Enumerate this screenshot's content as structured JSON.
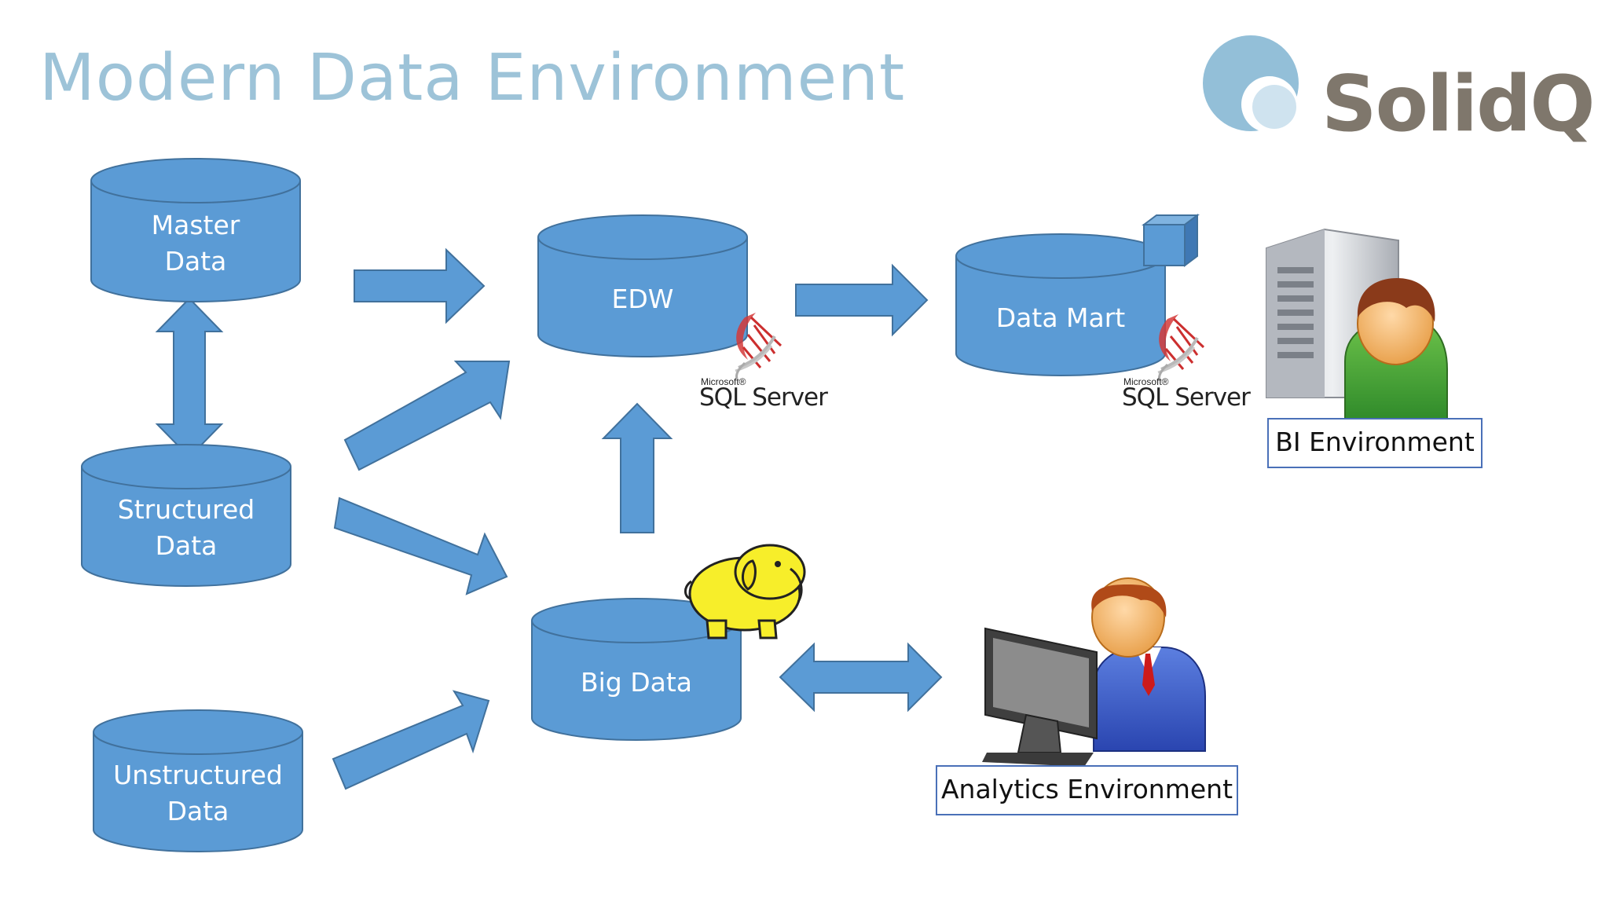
{
  "slide": {
    "title": "Modern Data Environment",
    "logo": {
      "name": "SolidQ",
      "mark_color_dark": "#93bfd8",
      "mark_color_light": "#cfe3ef",
      "text_color": "#7f776c"
    },
    "title_color": "#9dc3d8"
  },
  "colors": {
    "shape_fill": "#5b9bd5",
    "shape_stroke": "#41719c",
    "label_text": "#ffffff",
    "box_border": "#4a70b8"
  },
  "nodes": {
    "master_data": {
      "lines": [
        "Master",
        "Data"
      ]
    },
    "structured_data": {
      "lines": [
        "Structured",
        "Data"
      ]
    },
    "unstructured_data": {
      "lines": [
        "Unstructured",
        "Data"
      ]
    },
    "edw": {
      "lines": [
        "EDW"
      ]
    },
    "data_mart": {
      "lines": [
        "Data Mart"
      ]
    },
    "big_data": {
      "lines": [
        "Big Data"
      ]
    }
  },
  "sql_badges": [
    {
      "vendor": "Microsoft®",
      "product": "SQL Server"
    },
    {
      "vendor": "Microsoft®",
      "product": "SQL Server"
    }
  ],
  "environments": {
    "bi": "BI Environment",
    "analytics": "Analytics Environment"
  },
  "icons": [
    "server-with-user-icon",
    "computer-user-icon",
    "hadoop-elephant-icon",
    "cube-icon",
    "sql-server-icon"
  ]
}
